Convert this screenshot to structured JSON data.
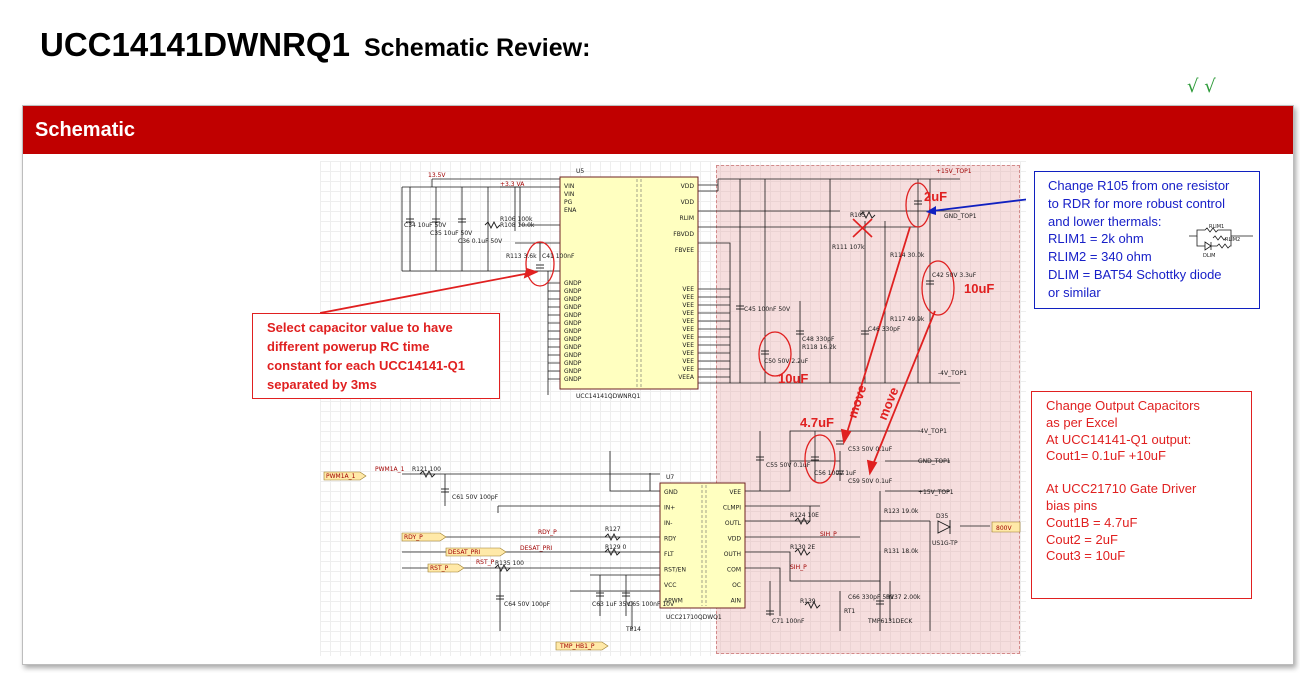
{
  "page": {
    "title_part": "UCC14141DWNRQ1",
    "title_rest": "Schematic Review:",
    "ticks": "√  √"
  },
  "banner": {
    "title": "Schematic"
  },
  "schematic": {
    "ics": {
      "u5": {
        "ref": "U5",
        "part": "UCC14141QDWNRQ1",
        "left_pins": [
          "VIN",
          "VIN",
          "PG",
          "ENA",
          "GNDP",
          "GNDP",
          "GNDP",
          "GNDP",
          "GNDP",
          "GNDP",
          "GNDP",
          "GNDP",
          "GNDP",
          "GNDP",
          "GNDP",
          "GNDP",
          "GNDP"
        ],
        "right_pins": [
          "VDD",
          "VDD",
          "RLIM",
          "FBVDD",
          "FBVEE",
          "VEE",
          "VEE",
          "VEE",
          "VEE",
          "VEE",
          "VEE",
          "VEE",
          "VEE",
          "VEE",
          "VEE",
          "VEE",
          "VEEA"
        ]
      },
      "u7": {
        "ref": "U7",
        "part": "UCC21710QDWQ1",
        "left_pins": [
          "GND",
          "IN+",
          "IN-",
          "RDY",
          "FLT",
          "RST/EN",
          "VCC",
          "APWM"
        ],
        "right_pins": [
          "VEE",
          "CLMPI",
          "OUTL",
          "VDD",
          "OUTH",
          "COM",
          "OC",
          "AIN"
        ]
      }
    },
    "labels": [
      "+15V_TOP1",
      "GND_TOP1",
      "-4V_TOP1",
      "+3.3 VA",
      "13.5V",
      "PWM1A_1",
      "RDY_P",
      "DESAT_PRI",
      "RST_P",
      "SIH_P",
      "800V",
      "TMP_HB1_P",
      "TP14",
      "D35",
      "US1G-TP",
      "TMP6131DECK"
    ],
    "components": [
      "C34 10uF 50V",
      "C35 10uF 50V",
      "C36 0.1uF 50V",
      "R108 10.0k",
      "R106 100k",
      "R113 3.6k",
      "C41 100nF",
      "C45 100nF 50V",
      "C48 330pF",
      "R118 16.2k",
      "C46 330pF",
      "R111 107k",
      "R105",
      "R114 30.0k",
      "C42 50V 3.3uF",
      "R117 49.9k",
      "C50 50V 2.2uF",
      "C55 50V 0.1uF",
      "C56 100V 1uF",
      "C53 50V 0.1uF",
      "C59 50V 0.1uF",
      "R121 100",
      "C61 50V 100pF",
      "R127",
      "R129 0",
      "R135 100",
      "C64 50V 100pF",
      "C63 1uF 35V",
      "C65 100nF 10V",
      "R124 10E",
      "R130 2E",
      "R123 19.0k",
      "R131 18.0k",
      "C66 330pF 50V",
      "R137 2.00k",
      "C71 100nF",
      "R139",
      "RT1"
    ]
  },
  "annotations": {
    "val_2uF": "2uF",
    "val_10uF_right": "10uF",
    "val_10uF_mid": "10uF",
    "val_4p7uF": "4.7uF",
    "move_1": "move",
    "move_2": "move"
  },
  "callouts": {
    "cap_note": [
      "Select capacitor value to have",
      "different powerup RC time",
      "constant for each UCC14141-Q1",
      "separated by 3ms"
    ],
    "r105_note": [
      "Change R105 from one resistor",
      "to RDR for more robust control",
      "and lower thermals:",
      "RLIM1 = 2k ohm",
      "RLIM2 = 340 ohm",
      "DLIM = BAT54 Schottky diode",
      "or similar"
    ],
    "rdr_labels": {
      "rlim1": "RLIM1",
      "rlim2": "RLIM2",
      "dlim": "DLIM"
    },
    "output_note_a": [
      "Change Output Capacitors",
      "as per Excel",
      "At UCC14141-Q1 output:",
      "Cout1= 0.1uF +10uF"
    ],
    "output_note_b": [
      "At UCC21710 Gate Driver",
      "bias pins",
      "Cout1B = 4.7uF",
      "Cout2 = 2uF",
      "Cout3 = 10uF"
    ]
  },
  "colors": {
    "banner": "#c00000",
    "annotation_red": "#e02020",
    "callout_blue": "#1820c8",
    "highlight_zone": "#e8a8a8",
    "ic_body": "#ffffc0",
    "tick_green": "#2e9b3a"
  }
}
